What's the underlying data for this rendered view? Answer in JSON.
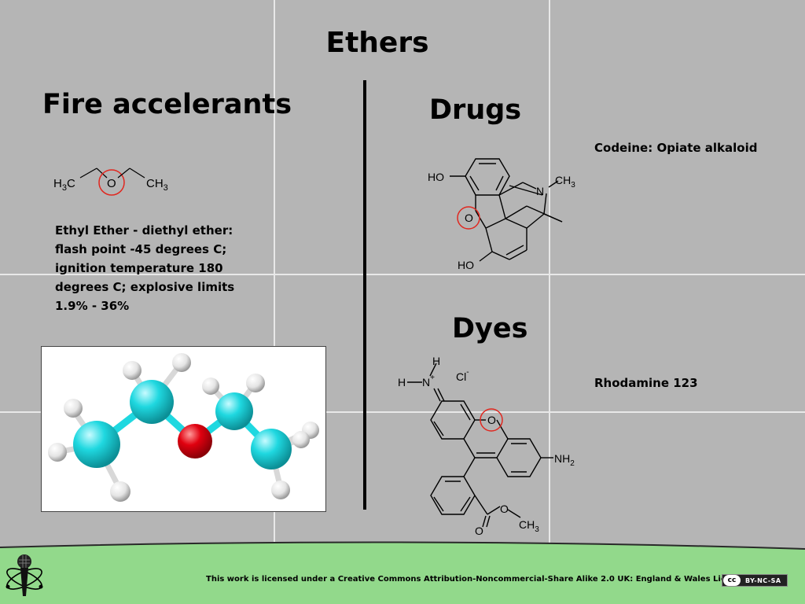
{
  "slide": {
    "title": "Ethers",
    "left": {
      "heading": "Fire accelerants",
      "formula": {
        "left": "H",
        "left_sub": "3",
        "left_tail": "C",
        "oxygen": "O",
        "right": "CH",
        "right_sub": "3"
      },
      "description": "Ethyl Ether - diethyl ether:  flash point -45 degrees C; ignition temperature 180 degrees C; explosive limits 1.9% - 36%"
    },
    "drugs": {
      "heading": "Drugs",
      "caption": "Codeine: Opiate alkaloid",
      "structure": {
        "ho_top": "HO",
        "ho_bottom": "HO",
        "oxygen": "O",
        "nitrogen": "N",
        "methyl": "CH",
        "methyl_sub": "3"
      }
    },
    "dyes": {
      "heading": "Dyes",
      "caption": "Rhodamine 123",
      "structure": {
        "h_top": "H",
        "h_left": "H",
        "nitrogen": "N",
        "plus": "+",
        "chloride": "Cl",
        "minus": "-",
        "oxygen": "O",
        "amine": "NH",
        "amine_sub": "2",
        "carbonyl_o": "O",
        "ester_o": "O",
        "methyl": "CH",
        "methyl_sub": "3"
      }
    },
    "footer": {
      "license": "This work is licensed under a Creative Commons Attribution-Noncommercial-Share Alike 2.0 UK: England & Wales License",
      "badge_cc": "cc",
      "badge_terms": "BY-NC-SA"
    },
    "colors": {
      "highlight": "#e0271f",
      "footer_bg": "#92d98b",
      "carbon": "#1fd8e0",
      "oxygen_atom": "#e0000f",
      "hydrogen": "#e8e8e8"
    }
  }
}
